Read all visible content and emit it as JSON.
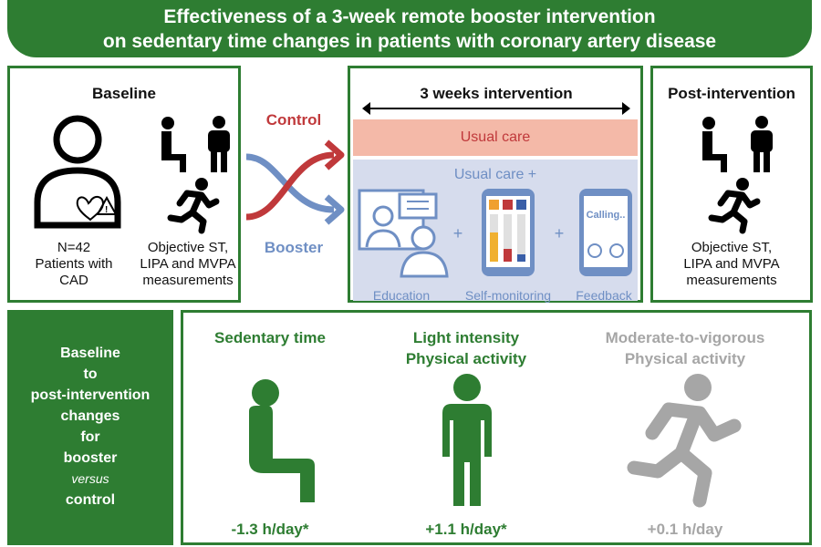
{
  "title": {
    "line1": "Effectiveness of a 3-week remote booster intervention",
    "line2": "on sedentary time changes in patients with coronary artery disease"
  },
  "baseline": {
    "heading": "Baseline",
    "patients": [
      "N=42",
      "Patients with",
      "CAD"
    ],
    "measures": [
      "Objective ST,",
      "LIPA and MVPA",
      "measurements"
    ]
  },
  "groups": {
    "control": "Control",
    "booster": "Booster"
  },
  "intervention": {
    "duration": "3 weeks intervention",
    "usual_care": "Usual care",
    "usual_care_plus": "Usual care +",
    "plus_sign": "+",
    "components": [
      "Education",
      "Self-monitoring",
      "Feedback"
    ],
    "phone_text": "Calling.."
  },
  "post": {
    "heading": "Post-intervention",
    "measures": [
      "Objective ST,",
      "LIPA and MVPA",
      "measurements"
    ]
  },
  "changes_label": {
    "lines": [
      "Baseline",
      "to",
      "post-intervention",
      "changes",
      "for",
      "booster"
    ],
    "versus": "versus",
    "last": "control"
  },
  "outcomes": [
    {
      "title": [
        "Sedentary time",
        ""
      ],
      "value": "-1.3 h/day*",
      "icon": "sitting-person-icon"
    },
    {
      "title": [
        "Light intensity",
        "Physical activity"
      ],
      "value": "+1.1 h/day*",
      "icon": "standing-person-icon"
    },
    {
      "title": [
        "Moderate-to-vigorous",
        "Physical activity"
      ],
      "value": "+0.1 h/day",
      "icon": "running-person-icon"
    }
  ],
  "colors": {
    "green": "#2e7d32",
    "gray": "#a6a6a6",
    "control_red": "#c0393b",
    "booster_blue": "#6f8fc4",
    "usual_care_band": "#f4b9a8",
    "usual_care_plus_band": "#d6dced"
  }
}
